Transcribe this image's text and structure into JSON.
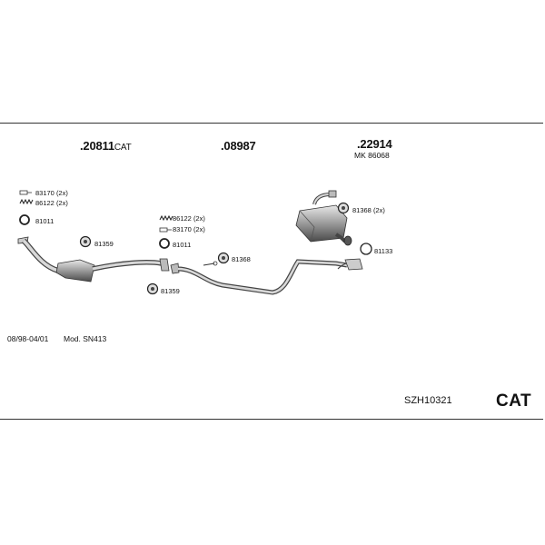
{
  "parts": {
    "catalytic_converter": {
      "number": ".20811",
      "suffix": "CAT"
    },
    "middle_pipe": {
      "number": ".08987"
    },
    "rear_silencer": {
      "number": ".22914",
      "kit": "MK 86068"
    }
  },
  "fittings": {
    "f1_clamp": "83170 (2x)",
    "f1_spring": "86122 (2x)",
    "f1_gasket": "81011",
    "f2_nut": "81359",
    "f3_spring": "86122 (2x)",
    "f3_clamp": "83170 (2x)",
    "f3_gasket": "81011",
    "f4_nut": "81359",
    "f5_hanger": "81368",
    "f6_hanger": "81368 (2x)",
    "f7_ring": "81133"
  },
  "vehicle": {
    "dates": "08/98-04/01",
    "model": "Mod. SN413"
  },
  "kit_code": "SZH10321",
  "type_badge": "CAT"
}
